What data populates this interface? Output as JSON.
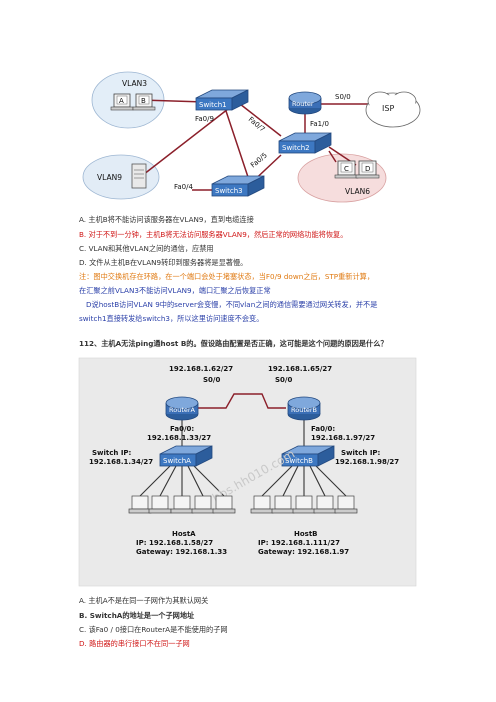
{
  "diagram1": {
    "labels": {
      "vlan3": "VLAN3",
      "hostA": "A",
      "hostB": "B",
      "switch1": "Switch1",
      "switch2": "Switch2",
      "switch3": "Switch3",
      "router": "Router",
      "isp": "ISP",
      "s00": "S0/0",
      "fa09": "Fa0/9",
      "fa07": "Fa0/7",
      "fa10": "Fa1/0",
      "fa05": "Fa0/5",
      "fa04": "Fa0/4",
      "vlan9": "VLAN9",
      "vlan6": "VLAN6",
      "hostC": "C",
      "hostD": "D"
    }
  },
  "q1_answers": {
    "a": "A. 主机B将不能访问该服务器在VLAN9，直到电缆连接",
    "b": "B. 对于不到一分钟，主机B将无法访问服务器VLAN9，然后正常的网络功能将恢复。",
    "c": "C. VLAN和其他VLAN之间的通信，应禁用",
    "d": "D. 文件从主机B在VLAN9转印到服务器将是显著慢。"
  },
  "q1_note": {
    "l1": "注：图中交换机存在环路，在一个端口会处于堵塞状态，当F0/9 down之后，STP重新计算，",
    "l2": "在汇聚之前VLAN3不能访问VLAN9，端口汇聚之后恢复正常",
    "l3": "D说hostB访问VLAN 9中的server会变慢，不同vlan之间的通信需要通过网关转发，并不是",
    "l4": "switch1直接转发给switch3，所以这里访问速度不会变。"
  },
  "q112": {
    "text": "112、主机A无法ping通host B的。假设路由配置是否正确，这可能是这个问题的原因是什么？"
  },
  "diagram2": {
    "labels": {
      "ipA": "192.168.1.62/27",
      "ipB": "192.168.1.65/27",
      "s00a": "S0/0",
      "s00b": "S0/0",
      "fa00a": "Fa0/0:",
      "fa00a_ip": "192.168.1.33/27",
      "fa00b": "Fa0/0:",
      "fa00b_ip": "192.168.1.97/27",
      "routerA": "RouterA",
      "routerB": "RouterB",
      "swipA": "Switch IP:",
      "swipA_ip": "192.168.1.34/27",
      "swipB": "Switch IP:",
      "swipB_ip": "192.168.1.98/27",
      "switchA": "SwitchA",
      "switchB": "SwitchB",
      "watermark": "bbs.hh010.com",
      "hostA": "HostA",
      "hostA_ip": "IP: 192.168.1.58/27",
      "hostA_gw": "Gateway: 192.168.1.33",
      "hostB": "HostB",
      "hostB_ip": "IP: 192.168.1.111/27",
      "hostB_gw": "Gateway: 192.168.1.97"
    }
  },
  "q112_answers": {
    "a": "A. 主机A不是在同一子网作为其默认网关",
    "b": "B.  SwitchA的地址是一个子网地址",
    "c": "C. 该Fa0 / 0接口在RouterA是不能使用的子网",
    "d": "D. 路由器的串行接口不在同一子网"
  },
  "colors": {
    "router": "#3b6fb6",
    "switch": "#3d78c2",
    "red": "#d01818",
    "link": "#8b1f2a",
    "vlan3_bg": "#e3eef8",
    "vlan6_bg": "#f6dddd",
    "vlan9_bg": "#e2ecf6",
    "diagram2_bg": "#eaeaea"
  }
}
